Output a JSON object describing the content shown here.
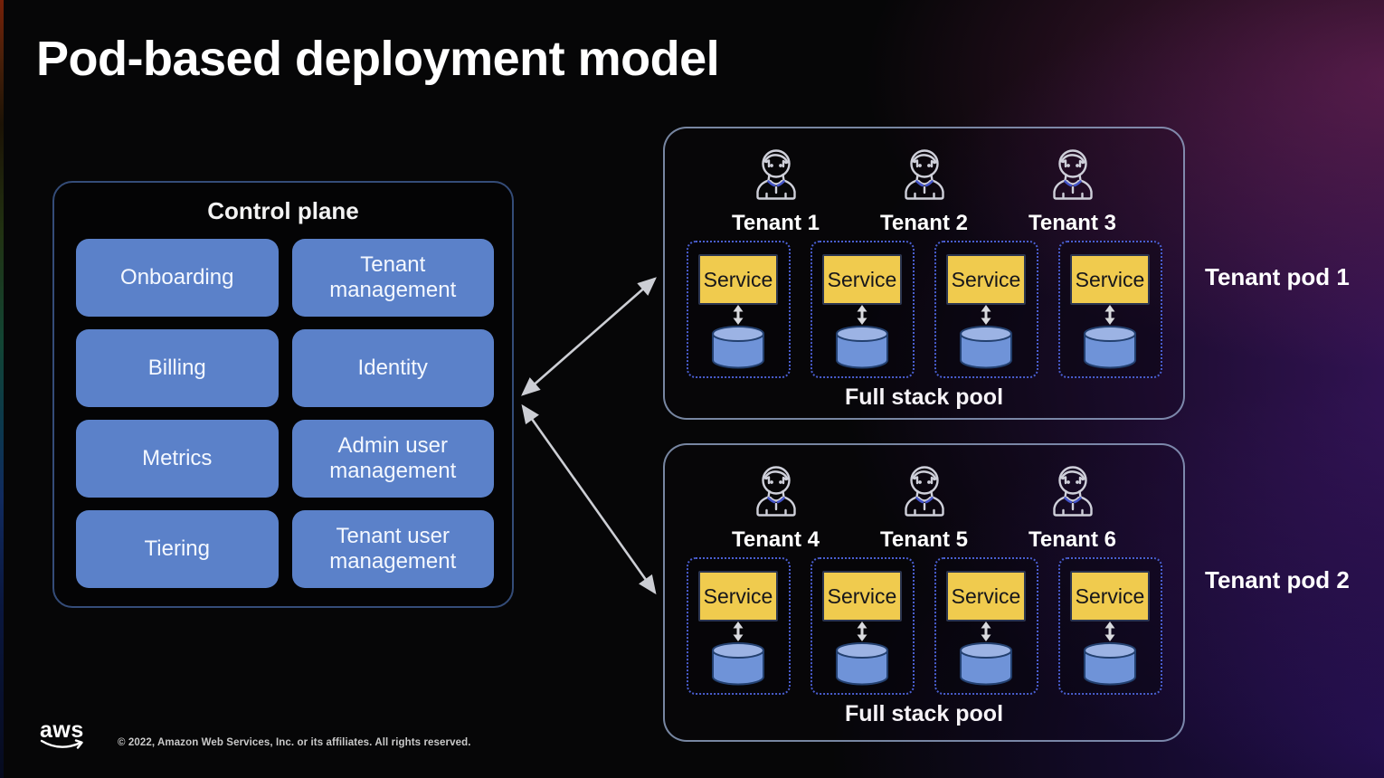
{
  "title": "Pod-based deployment model",
  "control_plane": {
    "label": "Control plane",
    "services": [
      "Onboarding",
      "Tenant management",
      "Billing",
      "Identity",
      "Metrics",
      "Admin user management",
      "Tiering",
      "Tenant user management"
    ]
  },
  "pods": [
    {
      "label": "Tenant pod 1",
      "pool_label": "Full stack pool",
      "tenants": [
        "Tenant 1",
        "Tenant 2",
        "Tenant 3"
      ],
      "services": [
        "Service",
        "Service",
        "Service",
        "Service"
      ]
    },
    {
      "label": "Tenant pod 2",
      "pool_label": "Full stack pool",
      "tenants": [
        "Tenant 4",
        "Tenant 5",
        "Tenant 6"
      ],
      "services": [
        "Service",
        "Service",
        "Service",
        "Service"
      ]
    }
  ],
  "footer": {
    "logo": "aws",
    "copyright": "© 2022, Amazon Web Services, Inc. or its affiliates. All rights reserved."
  },
  "colors": {
    "button_blue": "#5b81c9",
    "service_yellow": "#f0cb4e",
    "database_blue": "#6f93d8",
    "pod_border": "#9eb2d6",
    "dotted_border": "#4a5ed0",
    "arrow_gray": "#ccced4",
    "background_purple": "#4a1a7e"
  }
}
